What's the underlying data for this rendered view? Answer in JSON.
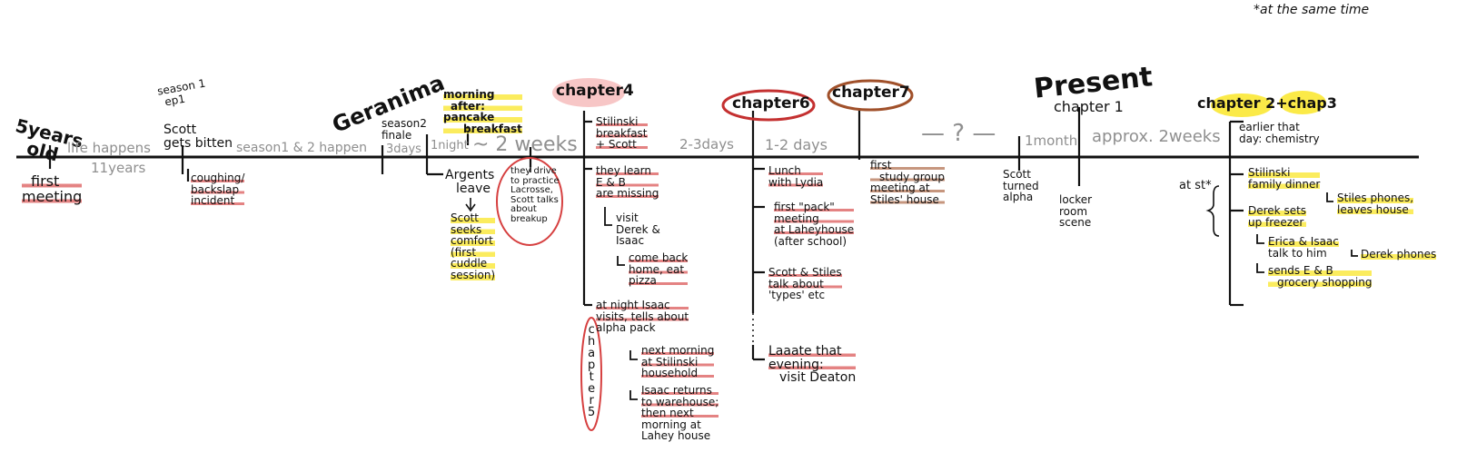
{
  "note_top": "*at the same time",
  "timeline": {
    "milestones": {
      "five_years": [
        "5years",
        "old"
      ],
      "first_meeting": [
        "first",
        "meeting"
      ],
      "season_ep": [
        "season 1",
        "ep1"
      ],
      "scott_bitten": [
        "Scott",
        "gets bitten"
      ],
      "coughing": [
        "coughing/",
        "backslap",
        "incident"
      ],
      "geranima": "Geranima",
      "season2_finale": [
        "season2",
        "finale"
      ],
      "argents": [
        "Argents",
        "leave"
      ],
      "scott_comfort": [
        "Scott",
        "seeks",
        "comfort",
        "(first",
        "cuddle",
        "session)"
      ],
      "morning_after": [
        "morning",
        "after:",
        "pancake",
        "breakfast"
      ],
      "lacrosse": [
        "they drive",
        "to practice",
        "Lacrosse,",
        "Scott talks",
        "about",
        "breakup"
      ],
      "present": "Present",
      "present_chapter": "chapter 1",
      "scott_alpha": [
        "Scott",
        "turned",
        "alpha"
      ],
      "locker": [
        "locker",
        "room",
        "scene"
      ],
      "at_st": "at st*"
    },
    "spans": {
      "life_happens": "life happens",
      "eleven_years": "11years",
      "season_happen": "season1 & 2 happen",
      "three_days": "3days",
      "one_night": "1night",
      "two_weeks": "~ 2 weeks",
      "two_three_days": "2-3days",
      "one_two_days": "1-2 days",
      "question": "— ? —",
      "one_month": "1month",
      "approx_two_weeks": "approx. 2weeks"
    },
    "chapters": {
      "ch4": {
        "title": "chapter4",
        "items": [
          [
            "Stilinski",
            "breakfast",
            "+ Scott"
          ],
          [
            "they learn",
            "E & B",
            "are missing"
          ],
          [
            "visit",
            "Derek &",
            "Isaac"
          ],
          [
            "come back",
            "home, eat",
            "pizza"
          ],
          [
            "at night Isaac",
            "visits, tells about",
            "alpha pack"
          ],
          [
            "next morning",
            "at Stilinski",
            "household"
          ],
          [
            "Isaac returns",
            "to warehouse;",
            "then next",
            "morning at",
            "Lahey house"
          ]
        ],
        "side_label": "chapter5"
      },
      "ch6": {
        "title": "chapter6",
        "items": [
          [
            "Lunch",
            "with Lydia"
          ],
          [
            "first \"pack\"",
            "meeting",
            "at Laheyhouse",
            "(after school)"
          ],
          [
            "Scott & Stiles",
            "talk about",
            "'types' etc"
          ],
          [
            "Laaate that",
            "evening:",
            "visit Deaton"
          ]
        ]
      },
      "ch7": {
        "title": "chapter7",
        "items": [
          [
            "first",
            "study group",
            "meeting at",
            "Stiles' house"
          ]
        ]
      },
      "ch23": {
        "title_a": "chapter 2",
        "plus": "+",
        "title_b": "chap3",
        "items": [
          [
            "earlier that",
            "day: chemistry"
          ],
          [
            "Stilinski",
            "family dinner"
          ],
          [
            "Stiles phones,",
            "leaves house"
          ],
          [
            "Derek sets",
            "up freezer"
          ],
          [
            "Erica & Isaac",
            "talk to him"
          ],
          [
            "Derek phones"
          ],
          [
            "sends E & B",
            "grocery shopping"
          ]
        ]
      }
    }
  },
  "colors": {
    "ink": "#111111",
    "gray": "#8f8f8f",
    "red": "#d64040",
    "pink": "#f2a8a8",
    "yellow": "#fae628",
    "brown": "#a0502a"
  }
}
